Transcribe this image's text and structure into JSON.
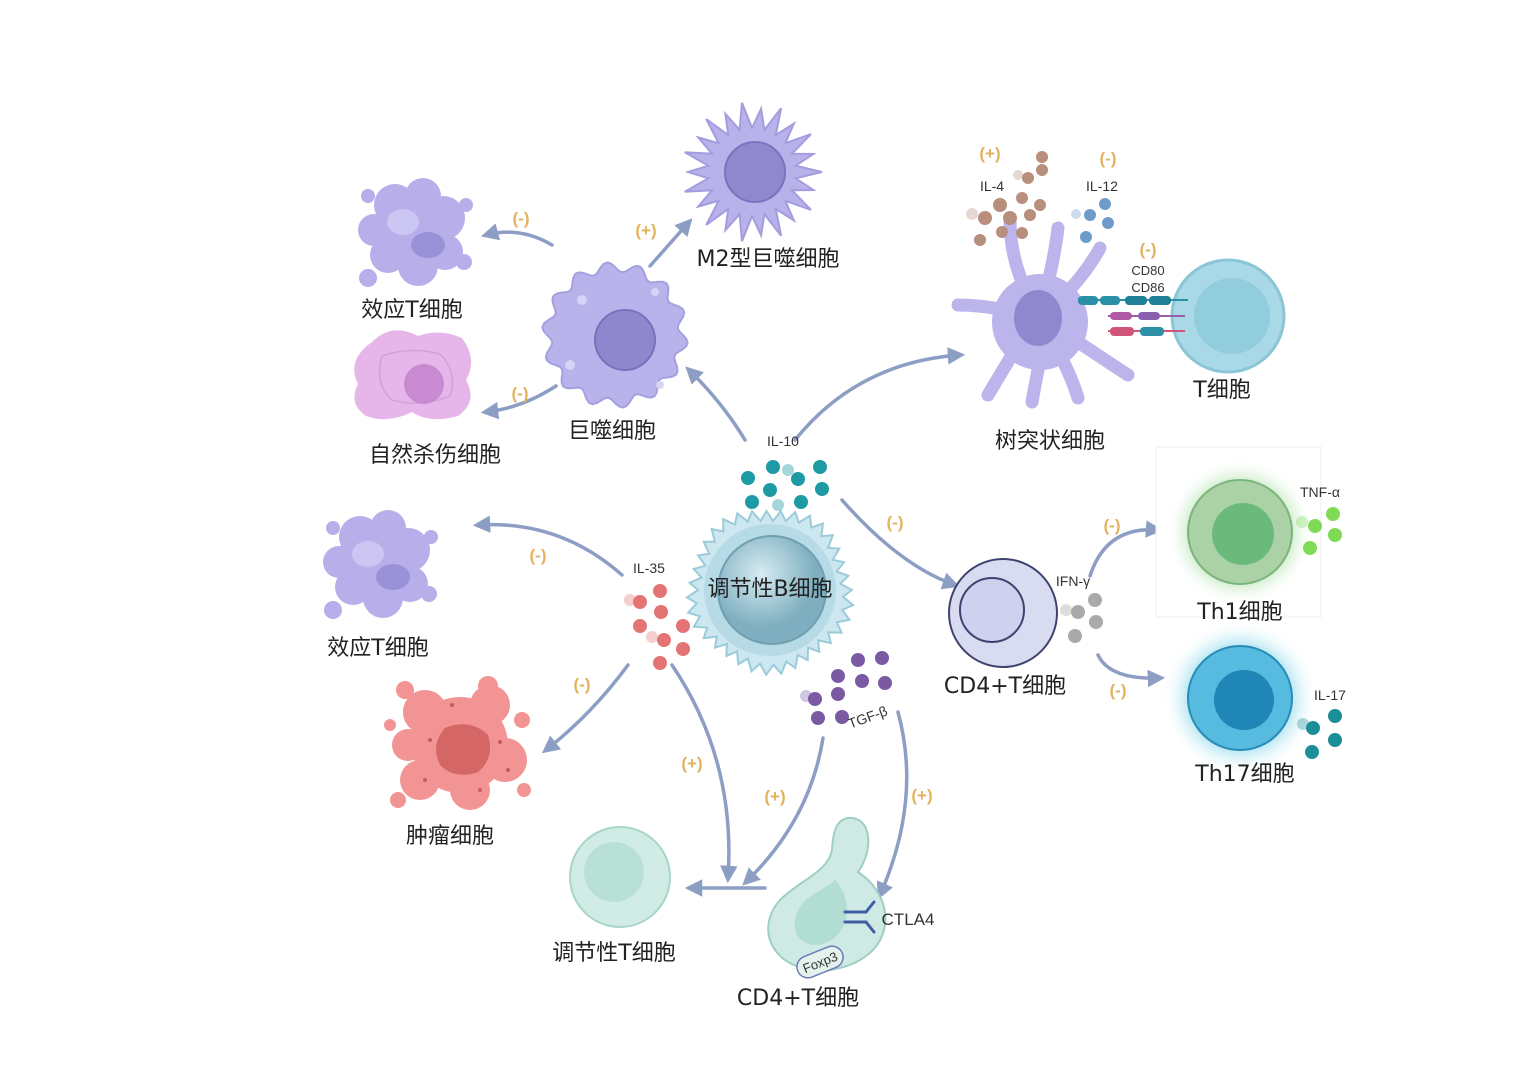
{
  "cells": {
    "regulatory_b": "调节性B细胞",
    "macrophage": "巨噬细胞",
    "m2_macrophage": "M2型巨噬细胞",
    "effector_t_upper": "效应T细胞",
    "nk_cell": "自然杀伤细胞",
    "dendritic_cell": "树突状细胞",
    "t_cell": "T细胞",
    "cd4_t_right": "CD4+T细胞",
    "th1": "Th1细胞",
    "th17": "Th17细胞",
    "effector_t_lower": "效应T细胞",
    "tumor": "肿瘤细胞",
    "treg": "调节性T细胞",
    "cd4_t_bottom": "CD4+T细胞"
  },
  "cytokines": {
    "il10": "IL-10",
    "il35": "IL-35",
    "tgfb": "TGF-β",
    "il4": "IL-4",
    "il12": "IL-12",
    "ifng": "IFN-γ",
    "tnfa": "TNF-α",
    "il17": "IL-17"
  },
  "markers": {
    "cd80": "CD80",
    "cd86": "CD86",
    "ctla4": "CTLA4",
    "foxp3": "Foxp3"
  },
  "effects": {
    "macrophage_to_effector_t": "(-)",
    "macrophage_to_m2": "(+)",
    "macrophage_to_nk": "(-)",
    "il4": "(+)",
    "il12": "(-)",
    "cd80_cd86": "(-)",
    "breg_to_cd4": "(-)",
    "cd4_to_th1": "(-)",
    "cd4_to_th17": "(-)",
    "il35_to_effector_t": "(-)",
    "il35_to_tumor": "(-)",
    "il35_to_treg": "(+)",
    "tgfb_to_treg": "(+)",
    "tgfb_to_ctla4": "(+)"
  },
  "colors": {
    "arrow": "#8d9ec4",
    "sign": "#e2b25c",
    "purple_cell": "#b6b0e8",
    "purple_nucleus": "#8f88cf",
    "breg": "#a9cfdc",
    "il10": "#1d9aa3",
    "il35": "#e47474",
    "tgfb": "#7a5ba3",
    "il4": "#b88e7d",
    "il12": "#6f9bcb",
    "ifng": "#aaaaaa",
    "tnfa": "#7fda55",
    "il17": "#1c8e98",
    "tumor": "#f29494"
  }
}
